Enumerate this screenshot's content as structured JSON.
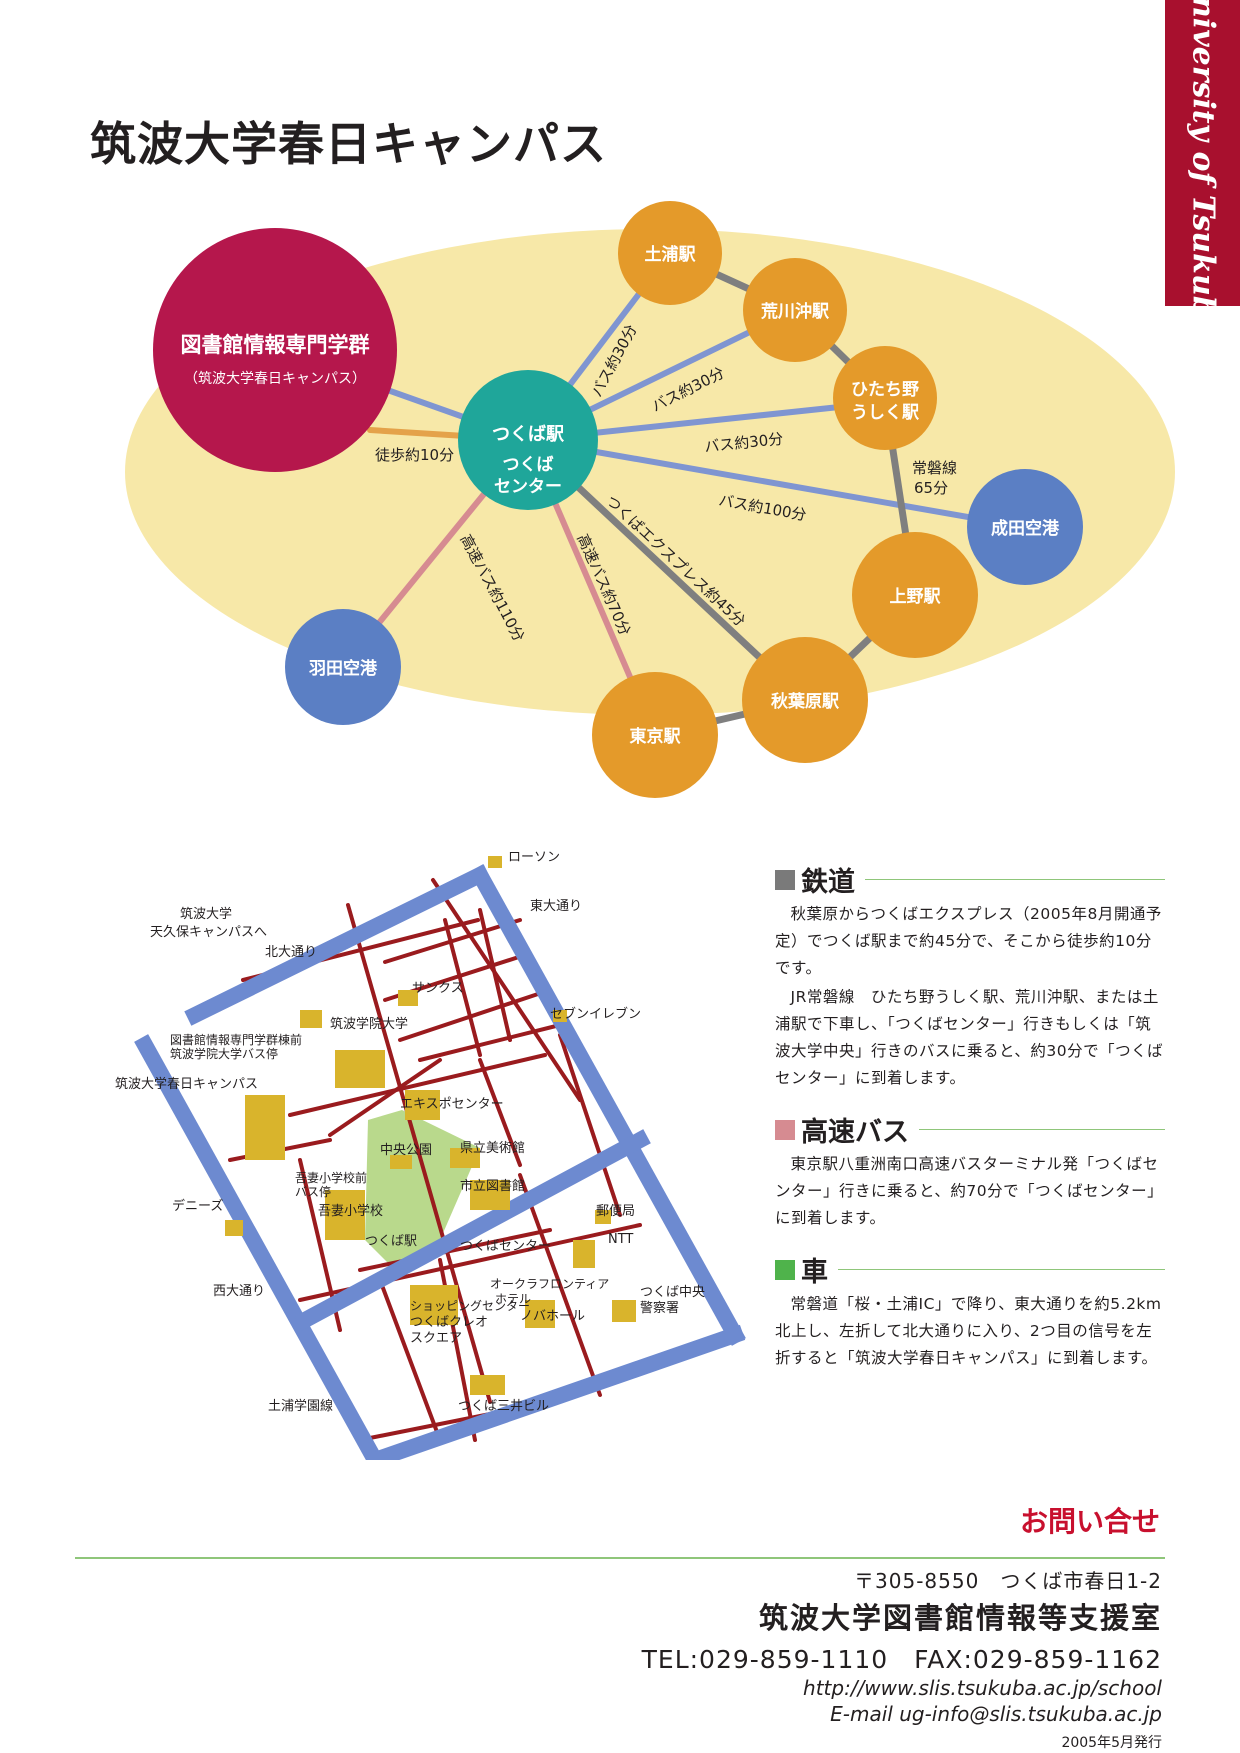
{
  "brand": {
    "vertical_text": "University of Tsukuba",
    "color": "#a8102e"
  },
  "title": "筑波大学春日キャンパス",
  "access_diagram": {
    "school_node": {
      "line1": "図書館情報専門学群",
      "line2": "（筑波大学春日キャンパス）",
      "color": "#b5174c"
    },
    "hub_node": {
      "line1": "つくば駅",
      "line2": "つくば",
      "line3": "センター",
      "color": "#1fa69a"
    },
    "stations": {
      "tsuchiura": "土浦駅",
      "arakawaoki": "荒川沖駅",
      "hitachino_line1": "ひたち野",
      "hitachino_line2": "うしく駅",
      "ueno": "上野駅",
      "akihabara": "秋葉原駅",
      "tokyo": "東京駅"
    },
    "airports": {
      "narita": "成田空港",
      "haneda": "羽田空港"
    },
    "routes": {
      "walk": "徒歩約10分",
      "bus_tsuchiura": "バス約30分",
      "bus_arakawaoki": "バス約30分",
      "bus_hitachino": "バス約30分",
      "bus_narita": "バス約100分",
      "express": "つくばエクスプレス約45分",
      "hwybus_tokyo": "高速バス約70分",
      "hwybus_haneda": "高速バス約110分",
      "joban_line1": "常磐線",
      "joban_line2": "65分"
    },
    "colors": {
      "station": "#e49a2a",
      "airport": "#5b7fc4",
      "bus_route": "#7f95d1",
      "rail_route": "#7f7f7f",
      "walk_route": "#e4a24a",
      "hwybus_route": "#d68b91",
      "background_ellipse": "#f7e8a8"
    }
  },
  "area_map": {
    "labels": {
      "lawson": "ローソン",
      "higashi_odori": "東大通り",
      "tsukuba_univ": "筑波大学",
      "tenkubo": "天久保キャンパスへ",
      "kita_odori": "北大通り",
      "sunx": "サンクス",
      "seven_eleven": "セブンイレブン",
      "gakuin": "筑波学院大学",
      "busstop_line1": "図書館情報専門学群棟前",
      "busstop_line2": "筑波学院大学バス停",
      "kasuga_campus": "筑波大学春日キャンパス",
      "expo_center": "エキスポセンター",
      "central_park": "中央公園",
      "art_museum": "県立美術館",
      "city_library": "市立図書館",
      "azuma_bus1": "吾妻小学校前",
      "azuma_bus2": "バス停",
      "azuma_school": "吾妻小学校",
      "dennys": "デニーズ",
      "tsukuba_sta": "つくば駅",
      "tsukuba_center": "つくばセンター",
      "post_office": "郵便局",
      "ntt": "NTT",
      "nishi_odori": "西大通り",
      "okura1": "オークラフロンティア",
      "okura2": "ホテル",
      "novahall": "ノバホール",
      "police1": "つくば中央",
      "police2": "警察署",
      "shop1": "ショッピングセンター",
      "shop2": "つくばクレオ",
      "shop3": "スクエア",
      "tsuchiura_gakuen": "土浦学園線",
      "mitsui": "つくば三井ビル"
    },
    "colors": {
      "main_road": "#6d8ad0",
      "street": "#9a1b1e",
      "building": "#d9b42c",
      "park": "#b9d98c"
    }
  },
  "sections": [
    {
      "heading": "鉄道",
      "color": "#7a7a7a",
      "paragraphs": [
        "秋葉原からつくばエクスプレス（2005年8月開通予定）でつくば駅まで約45分で、そこから徒歩約10分です。",
        "JR常磐線　ひたち野うしく駅、荒川沖駅、または土浦駅で下車し、「つくばセンター」行きもしくは「筑波大学中央」行きのバスに乗ると、約30分で「つくばセンター」に到着します。"
      ]
    },
    {
      "heading": "高速バス",
      "color": "#d68b91",
      "paragraphs": [
        "東京駅八重洲南口高速バスターミナル発「つくばセンター」行きに乗ると、約70分で「つくばセンター」に到着します。"
      ]
    },
    {
      "heading": "車",
      "color": "#4fb34b",
      "paragraphs": [
        "常磐道「桜・土浦IC」で降り、東大通りを約5.2km北上し、左折して北大通りに入り、2つ目の信号を左折すると「筑波大学春日キャンパス」に到着します。"
      ]
    }
  ],
  "contact": {
    "heading": "お問い合せ",
    "address": "〒305-8550　つくば市春日1-2",
    "office": "筑波大学図書館情報等支援室",
    "phone": "TEL:029-859-1110　FAX:029-859-1162",
    "url": "http://www.slis.tsukuba.ac.jp/school",
    "email": "E-mail  ug-info@slis.tsukuba.ac.jp",
    "issued": "2005年5月発行"
  }
}
